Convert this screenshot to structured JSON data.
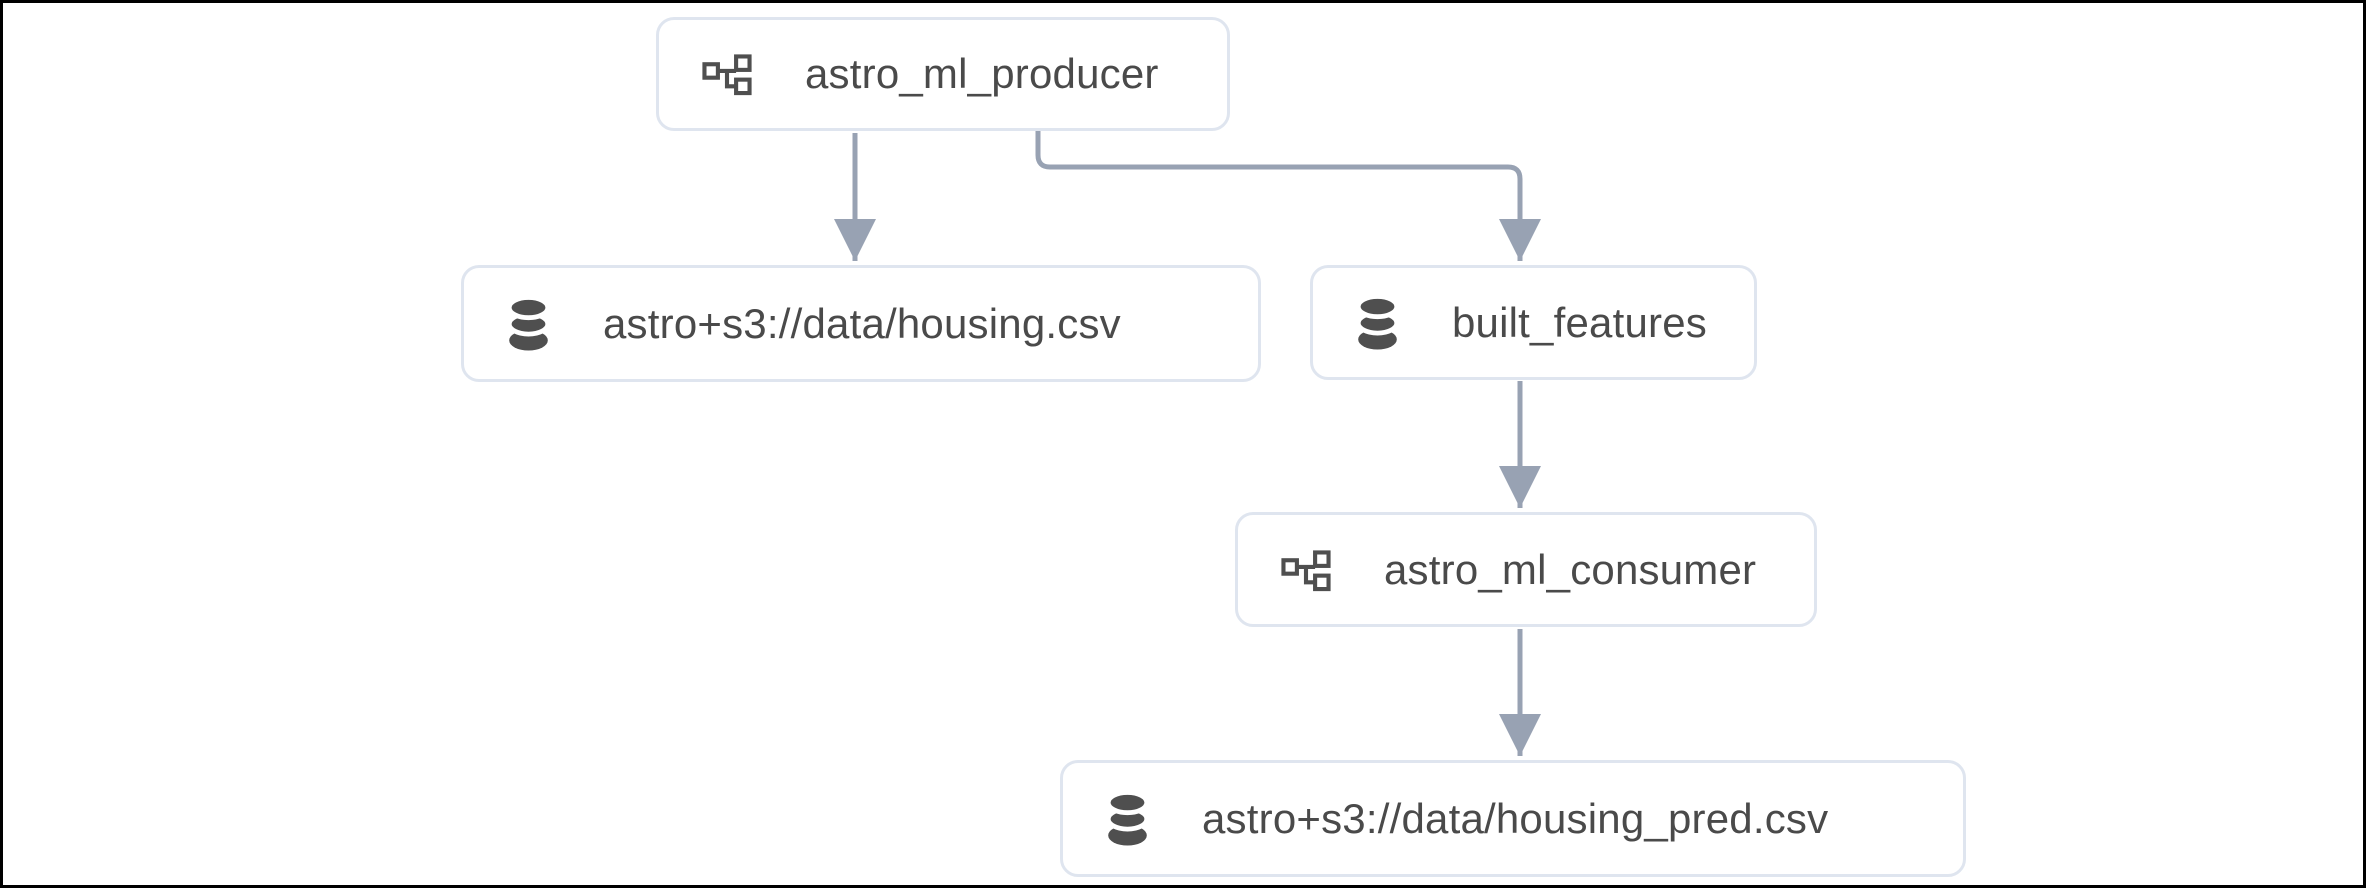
{
  "graph": {
    "nodes": [
      {
        "id": "astro_ml_producer",
        "kind": "dag",
        "icon": "dag-icon",
        "label": "astro_ml_producer"
      },
      {
        "id": "housing_csv",
        "kind": "dataset",
        "icon": "dataset-icon",
        "label": "astro+s3://data/housing.csv"
      },
      {
        "id": "built_features",
        "kind": "dataset",
        "icon": "dataset-icon",
        "label": "built_features"
      },
      {
        "id": "astro_ml_consumer",
        "kind": "dag",
        "icon": "dag-icon",
        "label": "astro_ml_consumer"
      },
      {
        "id": "housing_pred_csv",
        "kind": "dataset",
        "icon": "dataset-icon",
        "label": "astro+s3://data/housing_pred.csv"
      }
    ],
    "edges": [
      {
        "from": "astro_ml_producer",
        "to": "housing_csv"
      },
      {
        "from": "astro_ml_producer",
        "to": "built_features"
      },
      {
        "from": "built_features",
        "to": "astro_ml_consumer"
      },
      {
        "from": "astro_ml_consumer",
        "to": "housing_pred_csv"
      }
    ],
    "colors": {
      "edge": "#98a2b3",
      "node_border": "#dfe5ef",
      "node_background": "#ffffff",
      "label_text": "#4a4a4a",
      "icon": "#4f4f4f",
      "frame_border": "#000000",
      "canvas_background": "#ffffff"
    }
  }
}
